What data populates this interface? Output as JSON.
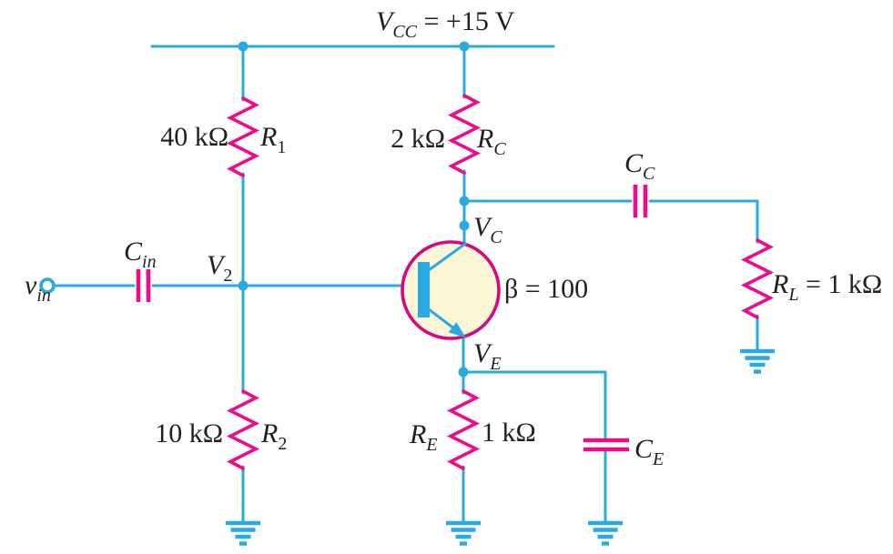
{
  "colors": {
    "wire": "#29ABE2",
    "component": "#EC0C8C",
    "transistor_fill": "#FBF7D6",
    "transistor_outline": "#D6087E",
    "text": "#231F20"
  },
  "labels": {
    "vcc": {
      "main": "V",
      "sub": "CC",
      "post": " = +15 V"
    },
    "vin": {
      "main": "v",
      "sub": "in"
    },
    "cin": {
      "main": "C",
      "sub": "in"
    },
    "v2": {
      "main": "V",
      "sub": "2"
    },
    "vc": {
      "main": "V",
      "sub": "C"
    },
    "ve": {
      "main": "V",
      "sub": "E"
    },
    "r1": {
      "value": "40 kΩ",
      "main": "R",
      "sub": "1"
    },
    "r2": {
      "value": "10 kΩ",
      "main": "R",
      "sub": "2"
    },
    "rc": {
      "value": "2 kΩ",
      "main": "R",
      "sub": "C"
    },
    "re": {
      "main": "R",
      "sub": "E",
      "value": "1 kΩ"
    },
    "rl": {
      "main": "R",
      "sub": "L",
      "post": " = 1 kΩ"
    },
    "cc": {
      "main": "C",
      "sub": "C"
    },
    "ce": {
      "main": "C",
      "sub": "E"
    },
    "beta": "β = 100"
  }
}
